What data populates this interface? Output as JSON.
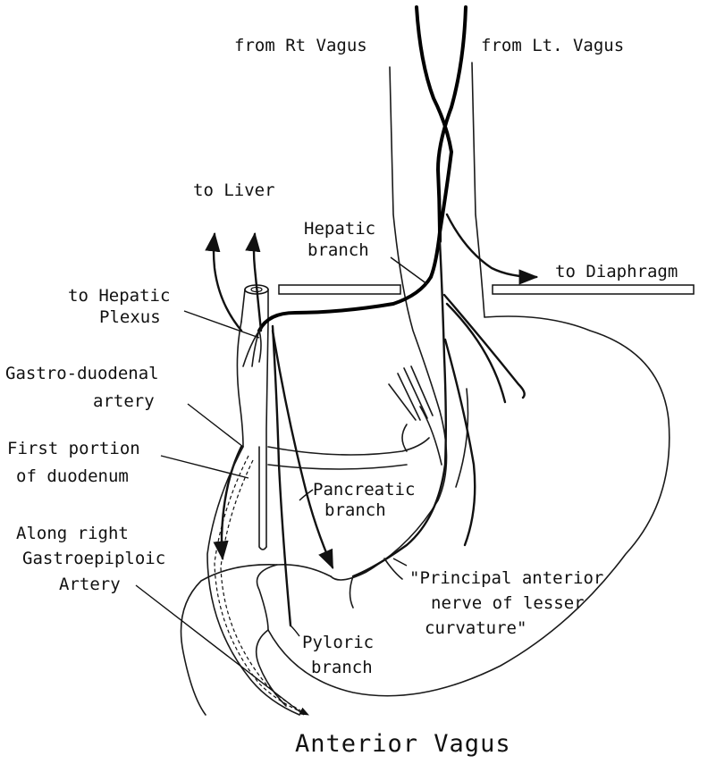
{
  "labels": {
    "from_rt_vagus": "from Rt Vagus",
    "from_lt_vagus": "from Lt. Vagus",
    "to_liver": "to Liver",
    "hepatic_branch_1": "Hepatic",
    "hepatic_branch_2": "branch",
    "to_diaphragm": "to Diaphragm",
    "to_hepatic_plexus_1": "to Hepatic",
    "to_hepatic_plexus_2": "Plexus",
    "gastro_duodenal_1": "Gastro-duodenal",
    "gastro_duodenal_2": "artery",
    "first_portion_1": "First portion",
    "first_portion_2": "of duodenum",
    "pancreatic_1": "Pancreatic",
    "pancreatic_2": "branch",
    "gastroepiploic_1": "Along right",
    "gastroepiploic_2": "Gastroepiploic",
    "gastroepiploic_3": "Artery",
    "principal_1": "\"Principal anterior",
    "principal_2": "nerve of lesser",
    "principal_3": "curvature\"",
    "pyloric_1": "Pyloric",
    "pyloric_2": "branch"
  },
  "title": "Anterior Vagus"
}
